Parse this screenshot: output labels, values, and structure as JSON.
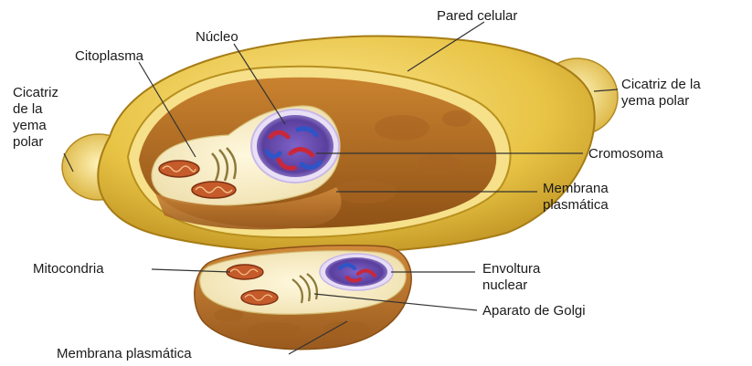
{
  "labels": {
    "pared_celular": "Pared celular",
    "nucleo": "Núcleo",
    "citoplasma": "Citoplasma",
    "cicatriz_izq": "Cicatriz\nde la\nyema\npolar",
    "cicatriz_der": "Cicatriz de la\nyema polar",
    "cromosoma": "Cromosoma",
    "membrana_plasmatica_1": "Membrana\nplasmática",
    "mitocondria": "Mitocondria",
    "envoltura_nuclear": "Envoltura\nnuclear",
    "aparato_golgi": "Aparato de Golgi",
    "membrana_plasmatica_2": "Membrana plasmática"
  },
  "colors": {
    "cell_wall": "#e8c445",
    "cytoplasm": "#f4ecc8",
    "membrane_brown": "#b5712d",
    "nucleus": "#5a3f9e",
    "chromosome_red": "#c8283a",
    "chromosome_blue": "#2d55c8",
    "leader_line": "#333333"
  }
}
